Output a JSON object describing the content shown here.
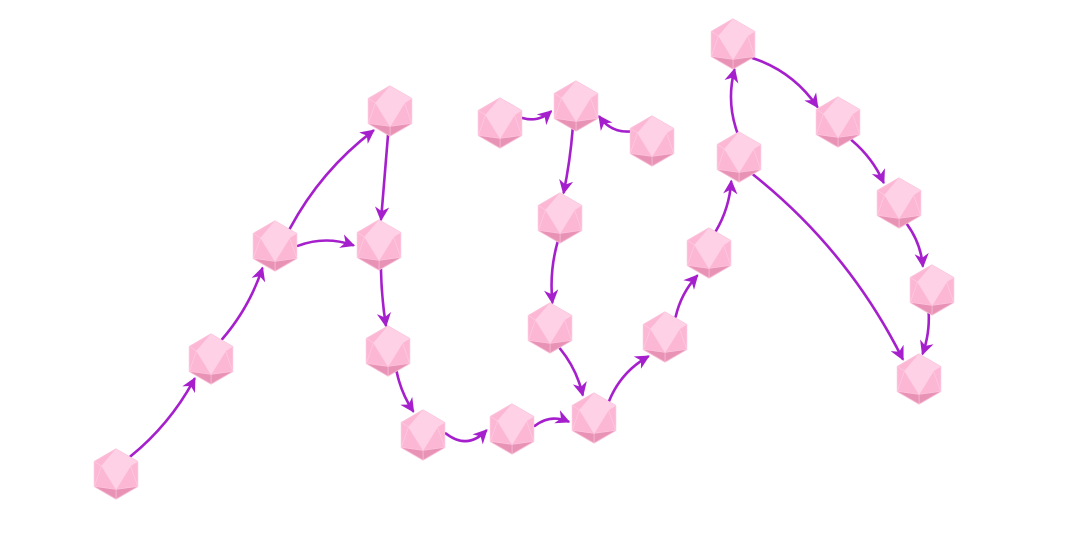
{
  "colors": {
    "background": "#ffffff",
    "edge": "#a51fcc",
    "node_light": "#ffd1e6",
    "node_mid": "#fcb7d5",
    "node_dark": "#e892b6",
    "node_edge": "#f3a6c6"
  },
  "node_icon": "icosahedron-icon",
  "nodes": [
    {
      "id": "n1"
    },
    {
      "id": "n2"
    },
    {
      "id": "n3"
    },
    {
      "id": "n4"
    },
    {
      "id": "n5"
    },
    {
      "id": "n6"
    },
    {
      "id": "n7"
    },
    {
      "id": "n8"
    },
    {
      "id": "n9"
    },
    {
      "id": "n10"
    },
    {
      "id": "n11"
    },
    {
      "id": "n12"
    },
    {
      "id": "n13"
    },
    {
      "id": "n14"
    },
    {
      "id": "n15"
    },
    {
      "id": "n16"
    },
    {
      "id": "n17"
    },
    {
      "id": "n18"
    },
    {
      "id": "n19"
    },
    {
      "id": "n20"
    },
    {
      "id": "n21"
    },
    {
      "id": "n22"
    },
    {
      "id": "n23"
    },
    {
      "id": "n24"
    },
    {
      "id": "n25"
    },
    {
      "id": "n26"
    }
  ],
  "edges": [
    {
      "from": "n1",
      "to": "n2"
    },
    {
      "from": "n2",
      "to": "n3"
    },
    {
      "from": "n3",
      "to": "n4"
    },
    {
      "from": "n3",
      "to": "n5"
    },
    {
      "from": "n4",
      "to": "n5"
    },
    {
      "from": "n5",
      "to": "n6"
    },
    {
      "from": "n6",
      "to": "n7"
    },
    {
      "from": "n7",
      "to": "n8"
    },
    {
      "from": "n8",
      "to": "n9"
    },
    {
      "from": "n10",
      "to": "n11"
    },
    {
      "from": "n12",
      "to": "n11"
    },
    {
      "from": "n11",
      "to": "n13"
    },
    {
      "from": "n13",
      "to": "n14"
    },
    {
      "from": "n14",
      "to": "n9"
    },
    {
      "from": "n9",
      "to": "n15"
    },
    {
      "from": "n15",
      "to": "n16"
    },
    {
      "from": "n16",
      "to": "n17"
    },
    {
      "from": "n17",
      "to": "n18"
    },
    {
      "from": "n18",
      "to": "n19"
    },
    {
      "from": "n19",
      "to": "n20"
    },
    {
      "from": "n20",
      "to": "n21"
    },
    {
      "from": "n21",
      "to": "n22"
    },
    {
      "from": "n17",
      "to": "n22"
    },
    {
      "from": "n22",
      "to": "n23"
    },
    {
      "from": "n23",
      "to": "n24"
    }
  ]
}
